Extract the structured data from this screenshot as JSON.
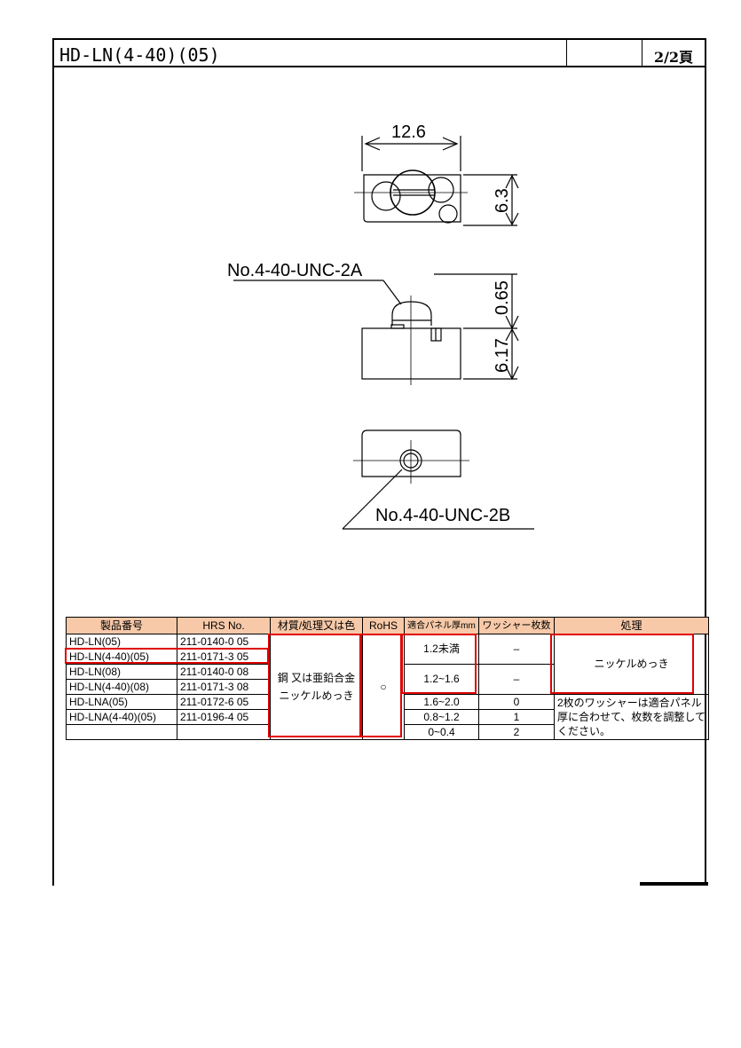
{
  "header": {
    "title": "HD-LN(4-40)(05)",
    "page": "2/2頁"
  },
  "drawing": {
    "width_dim": "12.6",
    "height_dim": "6.3",
    "head_dim": "0.65",
    "body_dim": "6.17",
    "callout_top": "No.4-40-UNC-2A",
    "callout_bottom": "No.4-40-UNC-2B"
  },
  "table": {
    "headers": [
      "製品番号",
      "HRS No.",
      "材質/処理又は色",
      "RoHS",
      "適合パネル厚mm",
      "ワッシャー枚数",
      "処理"
    ],
    "products": [
      {
        "part": "HD-LN(05)",
        "hrs": "211-0140-0 05"
      },
      {
        "part": "HD-LN(4-40)(05)",
        "hrs": "211-0171-3 05"
      },
      {
        "part": "HD-LN(08)",
        "hrs": "211-0140-0 08"
      },
      {
        "part": "HD-LN(4-40)(08)",
        "hrs": "211-0171-3 08"
      },
      {
        "part": "HD-LNA(05)",
        "hrs": "211-0172-6 05"
      },
      {
        "part": "HD-LNA(4-40)(05)",
        "hrs": "211-0196-4 05"
      },
      {
        "part": "",
        "hrs": ""
      }
    ],
    "material_line1": "鋼 又は亜鉛合金",
    "material_line2": "ニッケルめっき",
    "rohs": "○",
    "panel": {
      "r1": "1.2未満",
      "r2": "1.2~1.6",
      "r3": "1.6~2.0",
      "r4": "0.8~1.2",
      "r5": "0~0.4"
    },
    "washer": {
      "r1": "–",
      "r2": "–",
      "r3": "0",
      "r4": "1",
      "r5": "2"
    },
    "treatment_top": "ニッケルめっき",
    "treatment_note1": "2枚のワッシャーは適合パネル",
    "treatment_note2": "厚に合わせて、枚数を調整して",
    "treatment_note3": "ください。"
  }
}
